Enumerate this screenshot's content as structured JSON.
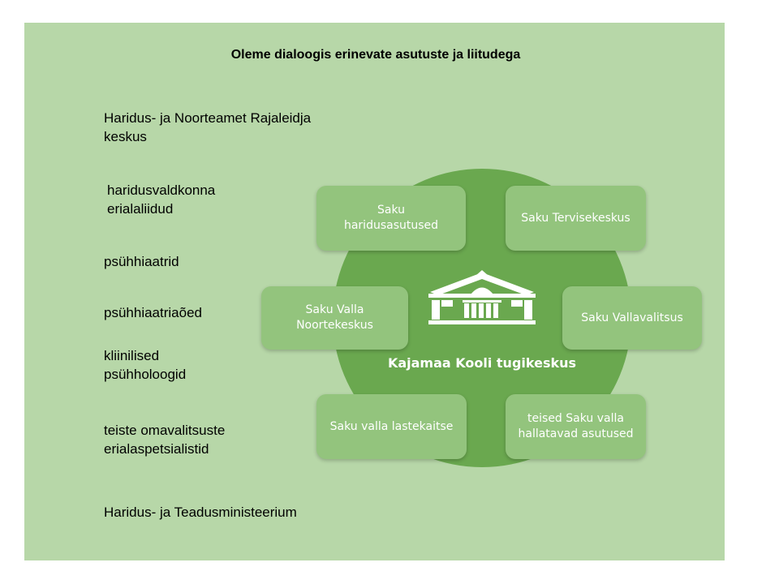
{
  "title": "Oleme dialoogis erinevate asutuste ja liitudega",
  "partners": [
    "Haridus- ja Noorteamet Rajaleidja keskus",
    "haridusvaldkonna erialaliidud",
    "psühhiaatrid",
    "psühhiaatriaõed",
    "kliinilised psühholoogid",
    "teiste omavalitsuste erialaspetsialistid",
    "Haridus- ja Teadusministeerium"
  ],
  "center": {
    "label": "Kajamaa Kooli tugikeskus",
    "icon": "school-building-icon"
  },
  "nodes": [
    "Saku haridusasutused",
    "Saku Tervisekeskus",
    "Saku Valla Noortekeskus",
    "Saku Vallavalitsus",
    "Saku valla lastekaitse",
    "teised Saku valla hallatavad asutused"
  ],
  "colors": {
    "panel": "#b7d7a8",
    "circle": "#6aa84f",
    "node": "#93c47d",
    "text_light": "#ffffff"
  }
}
